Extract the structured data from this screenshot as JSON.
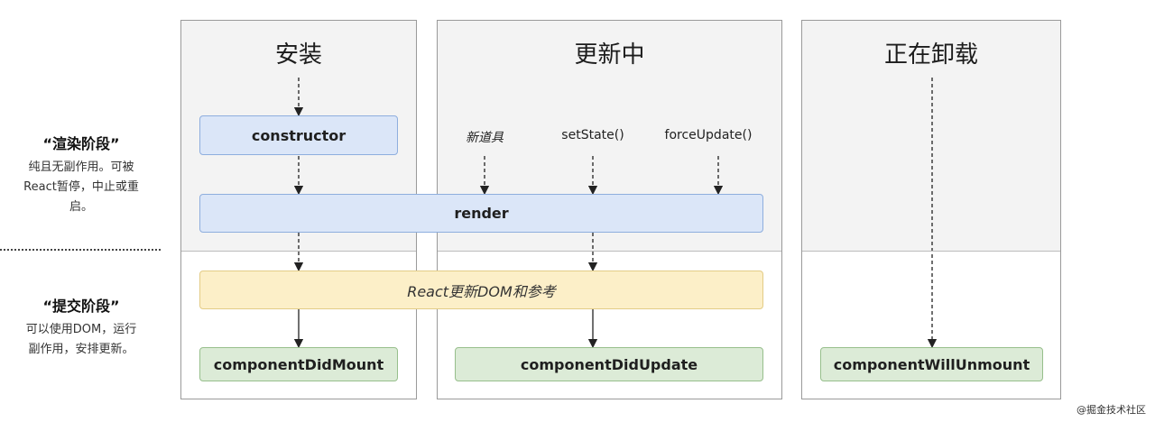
{
  "phases": {
    "render": {
      "title": "“渲染阶段”",
      "desc_lines": [
        "纯且无副作用。可被",
        "React暂停，中止或重",
        "启。"
      ]
    },
    "commit": {
      "title": "“提交阶段”",
      "desc_lines": [
        "可以使用DOM，运行",
        "副作用，安排更新。"
      ]
    }
  },
  "columns": {
    "mounting": {
      "title": "安装"
    },
    "updating": {
      "title": "更新中"
    },
    "unmounting": {
      "title": "正在卸载"
    }
  },
  "triggers": {
    "new_props": "新道具",
    "set_state": "setState()",
    "force_update": "forceUpdate()"
  },
  "methods": {
    "constructor": "constructor",
    "render": "render",
    "react_updates_dom": "React更新DOM和参考",
    "component_did_mount": "componentDidMount",
    "component_did_update": "componentDidUpdate",
    "component_will_unmount": "componentWillUnmount"
  },
  "colors": {
    "blue_box": "#dbe6f8",
    "yellow_box": "#fcefc8",
    "green_box": "#dcebd7",
    "column_bg_top": "#f3f3f3"
  },
  "watermark": "@掘金技术社区"
}
